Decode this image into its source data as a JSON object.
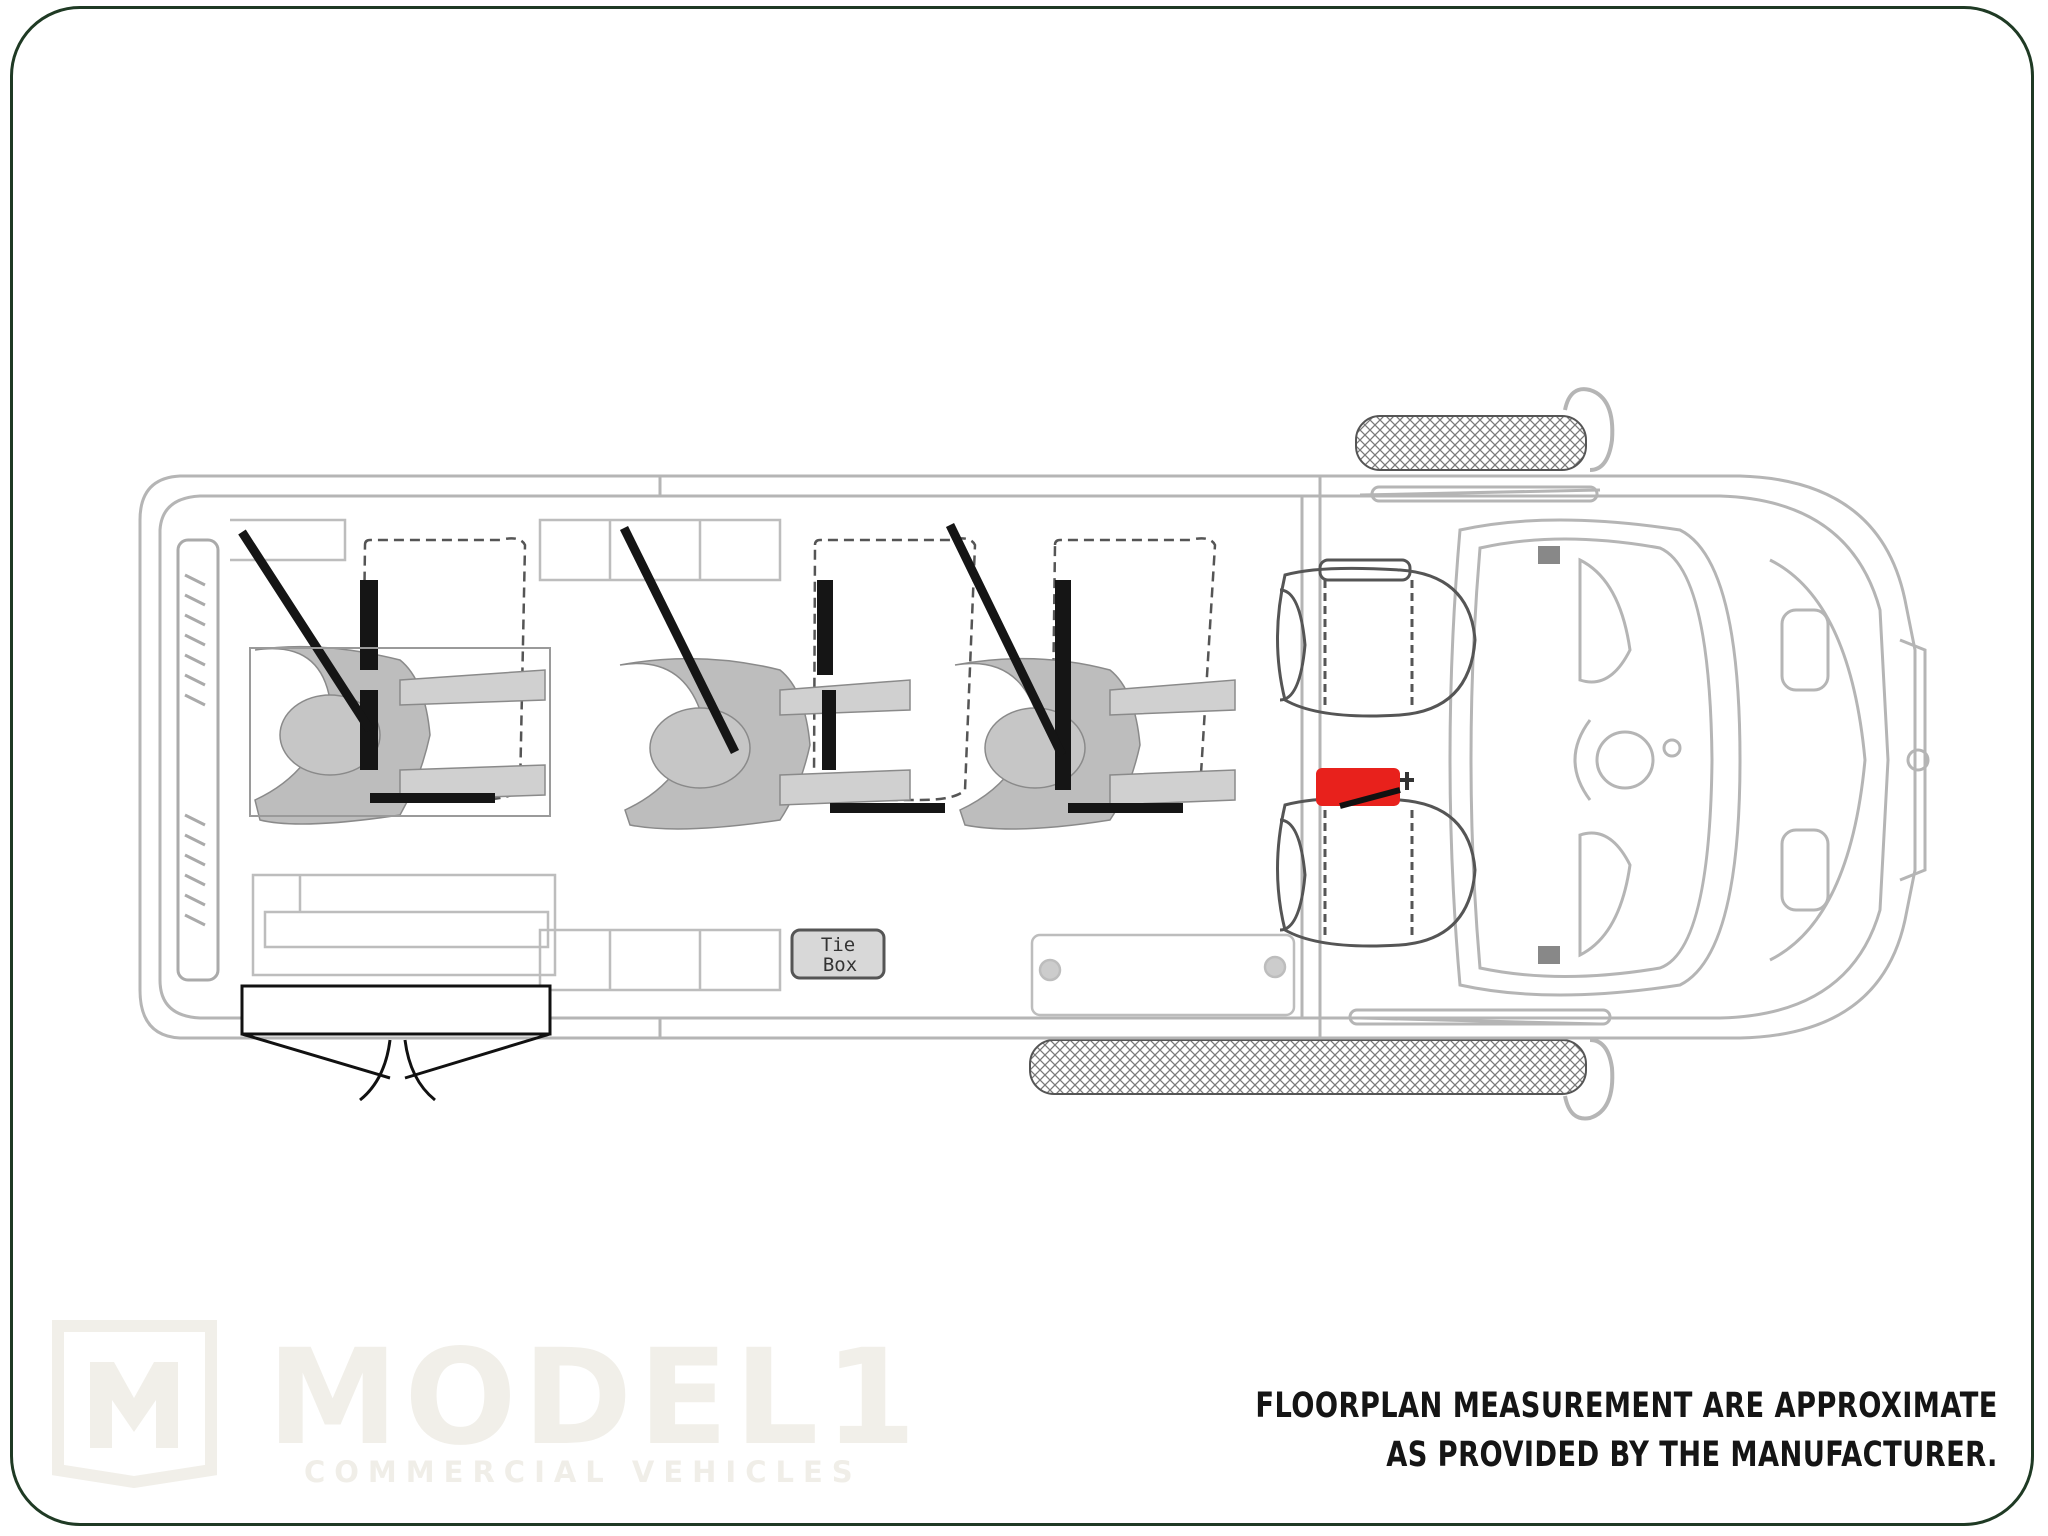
{
  "diagram": {
    "tie_box_label_line1": "Tie",
    "tie_box_label_line2": "Box",
    "colors": {
      "frame": "#1f3a24",
      "outline": "#b5b5b5",
      "strap": "#111111",
      "occupant": "#bdbdbd",
      "extinguisher": "#e8211c",
      "logo": "#f1efe9"
    }
  },
  "disclaimer": {
    "line1": "FLOORPLAN MEASUREMENT ARE APPROXIMATE",
    "line2": "AS PROVIDED BY THE MANUFACTURER."
  },
  "logo": {
    "mark": "M",
    "word": "MODEL1",
    "tagline": "COMMERCIAL VEHICLES"
  }
}
